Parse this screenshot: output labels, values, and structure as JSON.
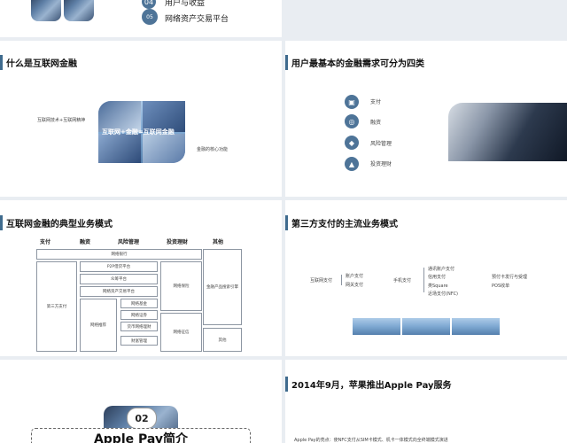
{
  "slide1": {
    "items": [
      {
        "num": "04",
        "label": "用户与收益"
      },
      {
        "num": "05",
        "label": "网络资产交易平台"
      }
    ]
  },
  "slide2": {
    "title": "什么是互联网金融",
    "left_text": "互联网技术+互联网精神",
    "image_caption": "互联网+金融=互联网金融",
    "right_text": "金融的核心功能"
  },
  "slide3": {
    "title": "用户最基本的金融需求可分为四类",
    "items": [
      {
        "icon": "wallet-icon",
        "label": "支付"
      },
      {
        "icon": "coins-icon",
        "label": "融资"
      },
      {
        "icon": "shield-icon",
        "label": "风险管理"
      },
      {
        "icon": "chart-icon",
        "label": "投资理财"
      }
    ]
  },
  "slide4": {
    "title": "互联网金融的典型业务模式",
    "headers": [
      "支付",
      "融资",
      "风险管理",
      "投资理财",
      "其他"
    ],
    "boxes": {
      "bank": "网络银行",
      "p2p": "P2P借贷平台",
      "crowd": "众筹平台",
      "asset": "网络资产交易平台",
      "third_pay": "第三方支付",
      "fund": "网络基金",
      "securities": "网络证券",
      "wealth": "货币网络理财",
      "wealth_mgmt": "财富管理",
      "insurance": "网络保险",
      "broker": "网络推荐",
      "credit": "网络征信",
      "other_info": "金融产品搜索引擎",
      "other": "其他"
    }
  },
  "slide5": {
    "title": "第三方支付的主流业务模式",
    "root": "互联网支付",
    "root_children": [
      "账户支付",
      "网关支付"
    ],
    "mobile": "手机支付",
    "mobile_children": [
      "通讯账户支付",
      "信用支付",
      "类Square",
      "近场支付(NFC)"
    ],
    "right": [
      "预付卡发行与受理",
      "POS收单"
    ]
  },
  "slide6": {
    "badge": "02",
    "title": "Apple Pay简介"
  },
  "slide7": {
    "title": "2014年9月，苹果推出Apple Pay服务",
    "text": "Apple Pay的亮点：使NFC支付从SIM卡模式、机卡一体模式向全终端模式演进"
  }
}
